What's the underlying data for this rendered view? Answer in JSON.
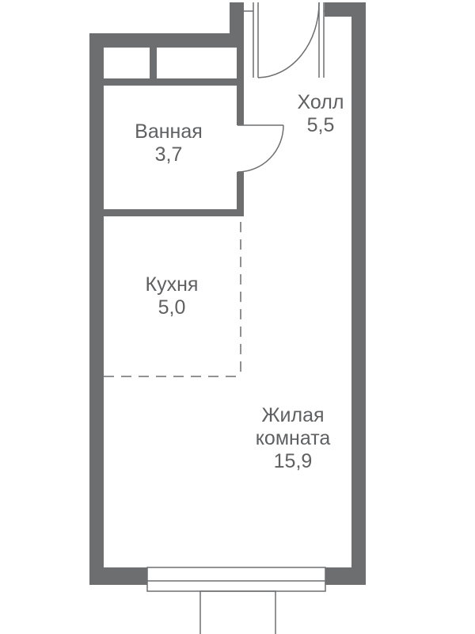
{
  "plan": {
    "colors": {
      "wall": "#6d6e70",
      "thin_line": "#6d6e70",
      "text": "#5f6062",
      "background": "#ffffff"
    },
    "rooms": [
      {
        "id": "bathroom",
        "name": "Ванная",
        "area": "3,7"
      },
      {
        "id": "hall",
        "name": "Холл",
        "area": "5,5"
      },
      {
        "id": "kitchen",
        "name": "Кухня",
        "area": "5,0"
      },
      {
        "id": "living",
        "name_line1": "Жилая",
        "name_line2": "комната",
        "area": "15,9"
      }
    ]
  }
}
